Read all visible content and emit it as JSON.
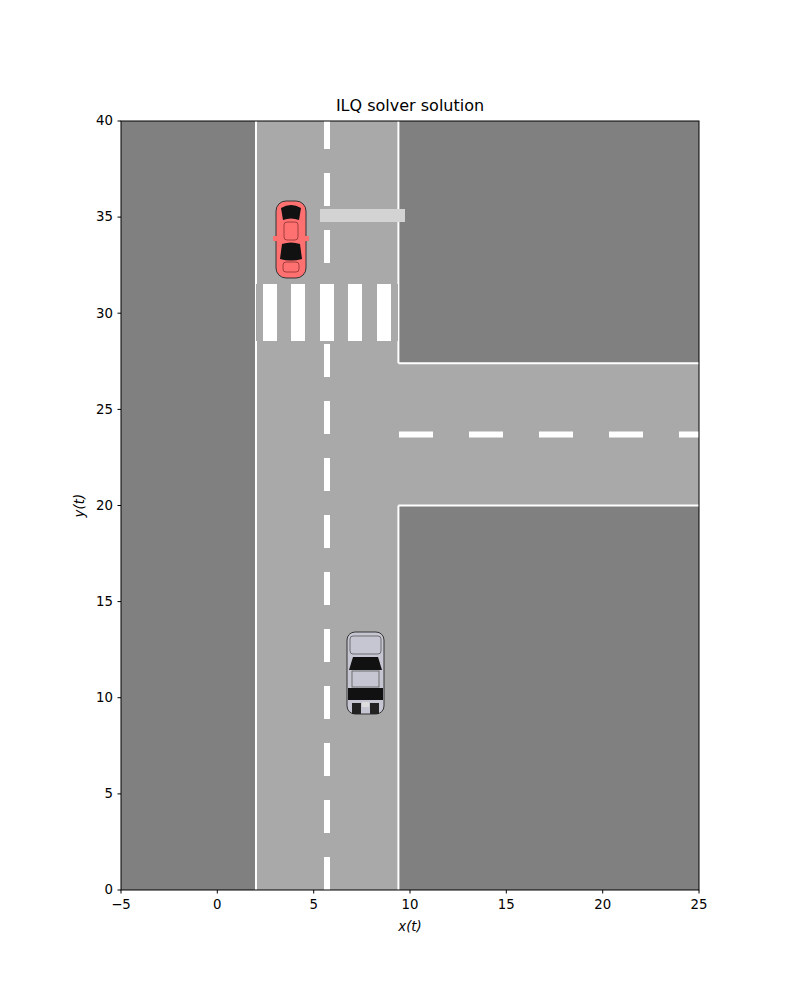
{
  "diagram": {
    "title": "ILQ solver solution",
    "labels": [
      "0",
      "5",
      "10",
      "15",
      "20",
      "25",
      "30",
      "35",
      "40",
      "−5",
      "0",
      "5",
      "10",
      "15",
      "20",
      "25",
      "x(t)",
      "y(t)"
    ]
  }
}
